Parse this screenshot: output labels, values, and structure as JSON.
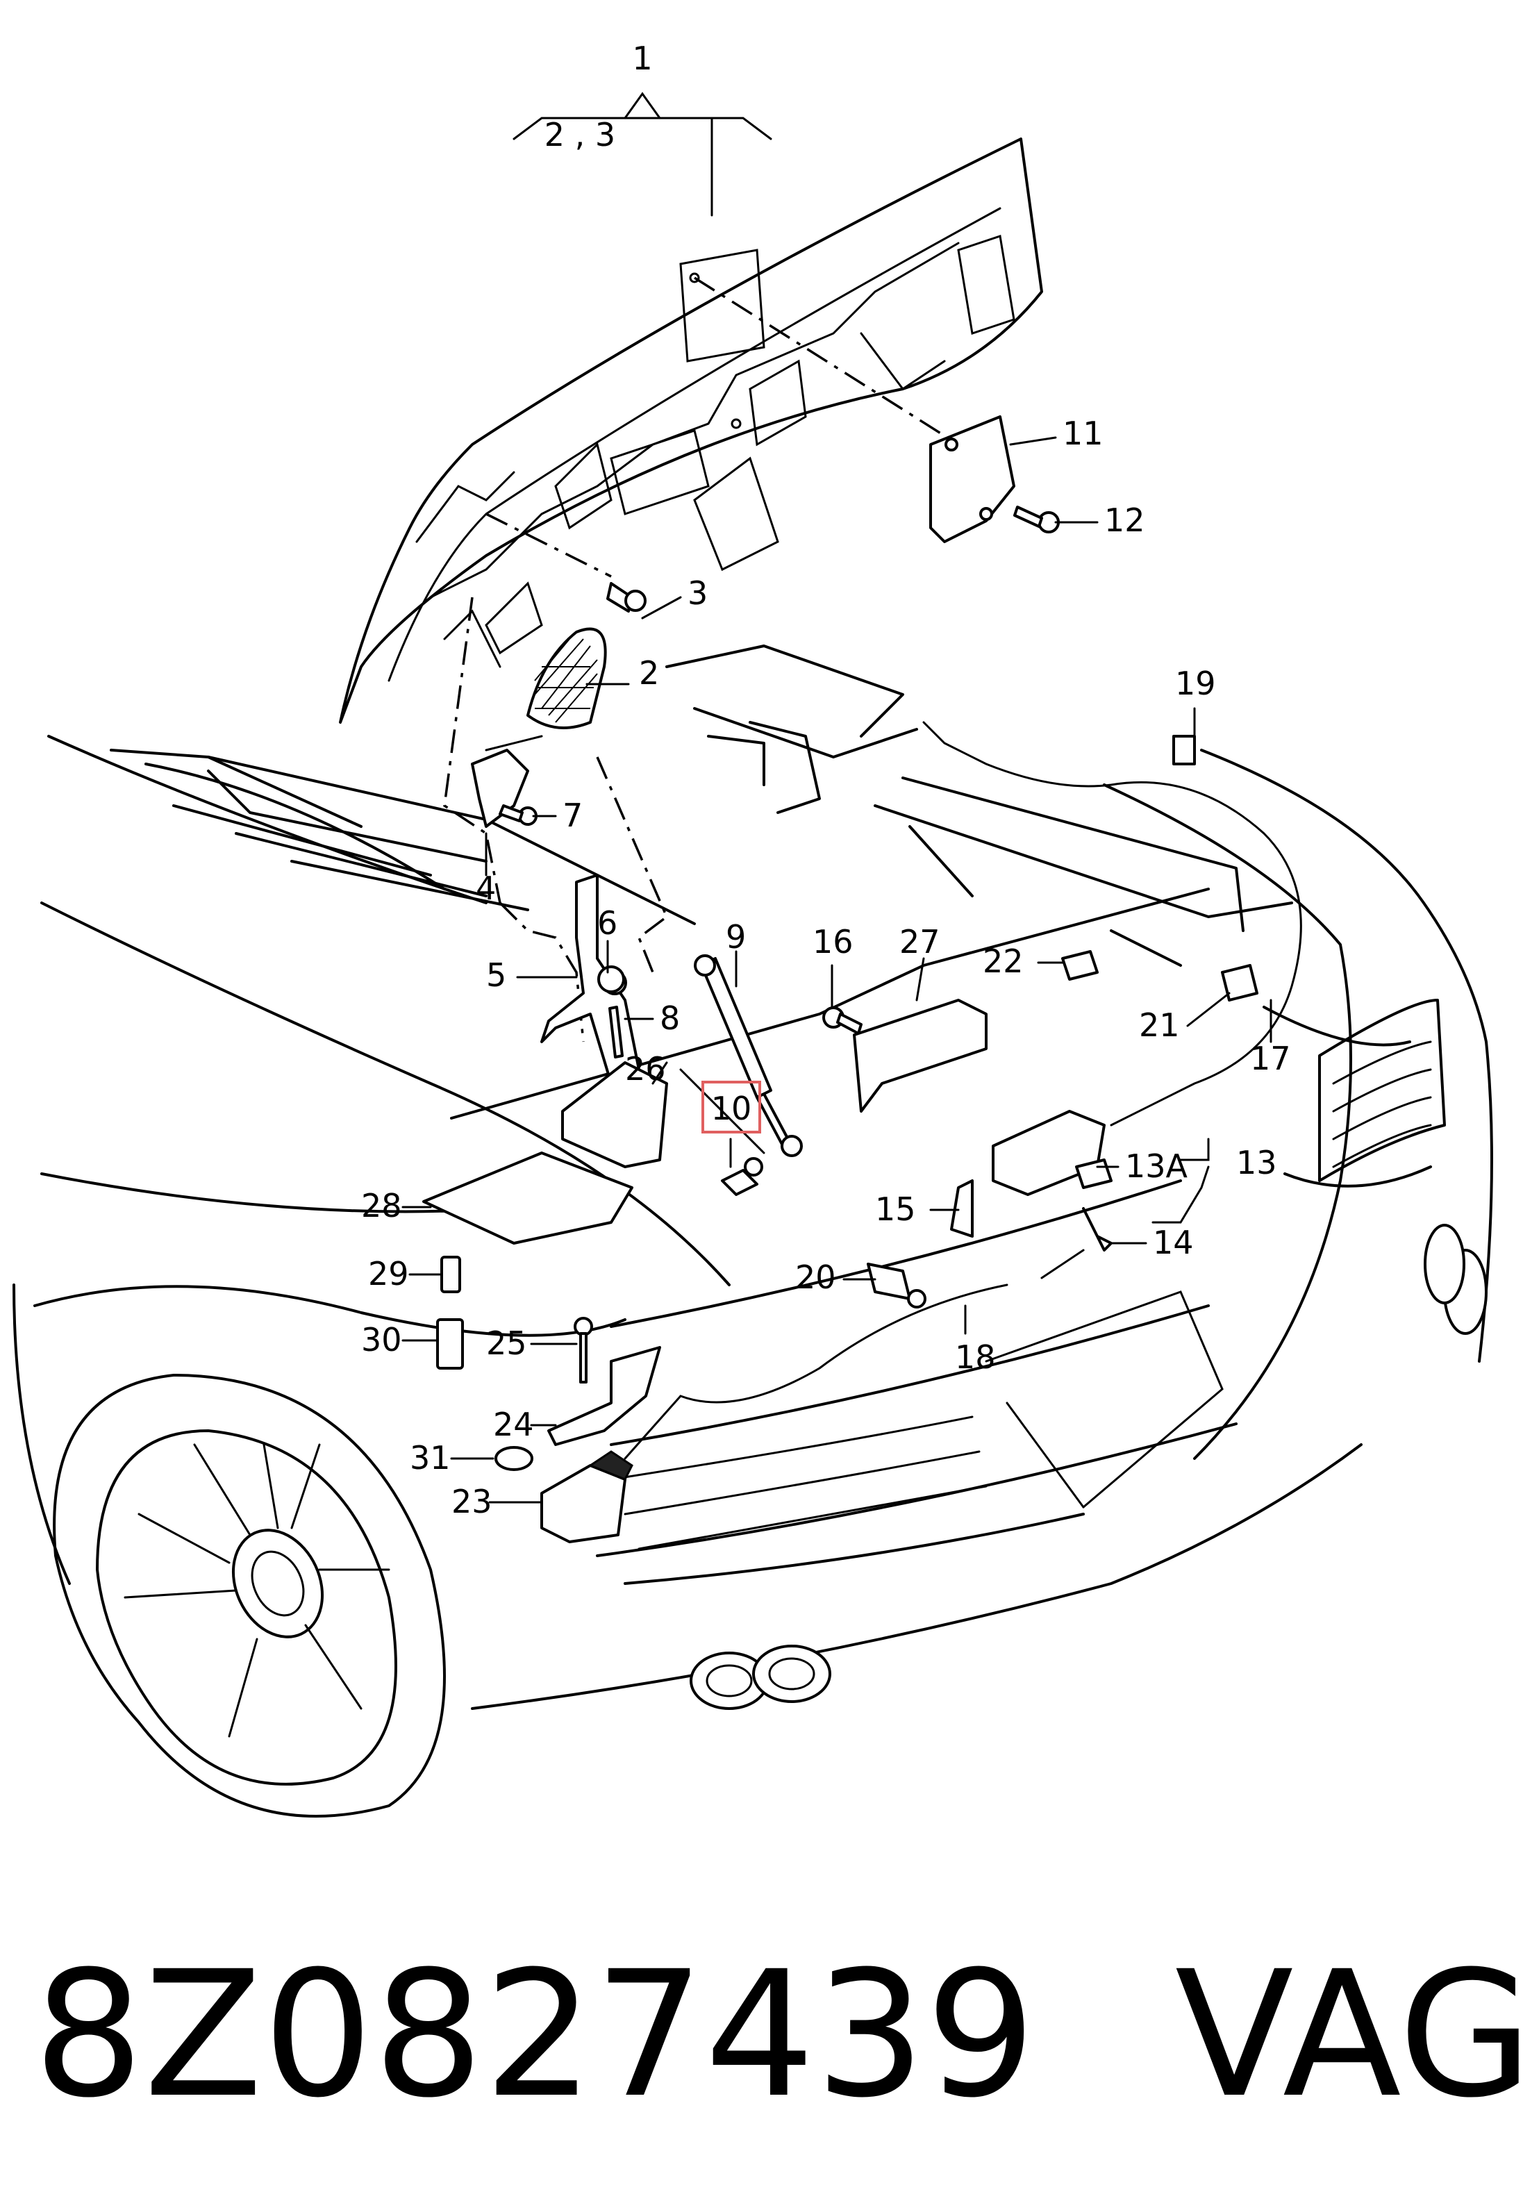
{
  "diagram": {
    "callouts": [
      "1",
      "2 , 3",
      "2",
      "3",
      "4",
      "5",
      "6",
      "7",
      "8",
      "9",
      "10",
      "11",
      "12",
      "13",
      "13A",
      "14",
      "15",
      "16",
      "17",
      "18",
      "19",
      "20",
      "21",
      "22",
      "23",
      "24",
      "25",
      "26",
      "27",
      "28",
      "29",
      "30",
      "31"
    ],
    "highlighted_callout": "10",
    "highlight_color": "#e06060"
  },
  "caption": {
    "part_number": "8Z0827439",
    "vendor": "VAG"
  }
}
